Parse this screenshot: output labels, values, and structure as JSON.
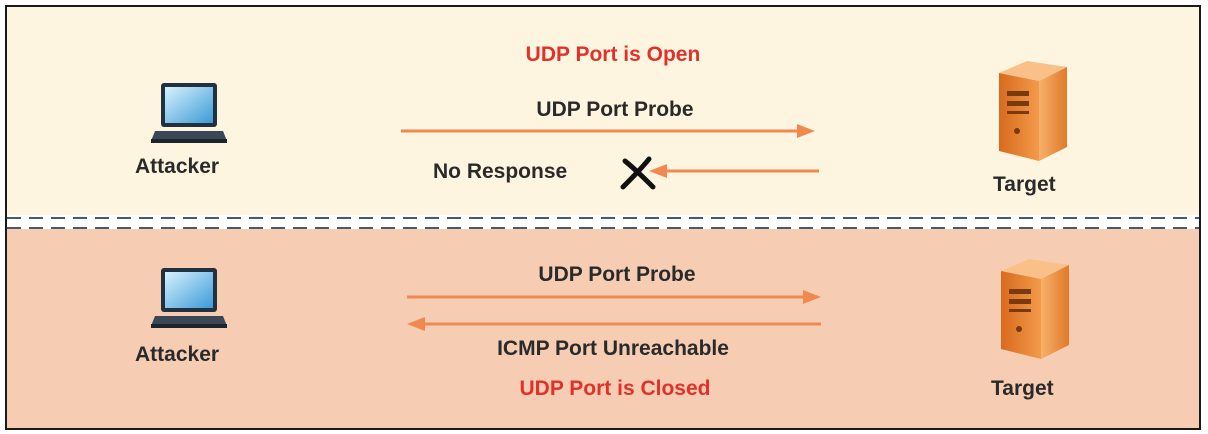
{
  "diagram": {
    "open": {
      "status": "UDP Port is Open",
      "probe": "UDP Port Probe",
      "response": "No Response",
      "attacker_label": "Attacker",
      "target_label": "Target"
    },
    "closed": {
      "status": "UDP Port is Closed",
      "probe": "UDP Port Probe",
      "response": "ICMP Port Unreachable",
      "attacker_label": "Attacker",
      "target_label": "Target"
    }
  },
  "colors": {
    "status_red": "#e0322b",
    "arrow": "#f0894f",
    "open_background": "#fdf5e0",
    "closed_background": "#f6cdb3",
    "separator": "#4a5a6a"
  },
  "icons": [
    "laptop-icon",
    "server-icon",
    "blocked-x-icon"
  ]
}
